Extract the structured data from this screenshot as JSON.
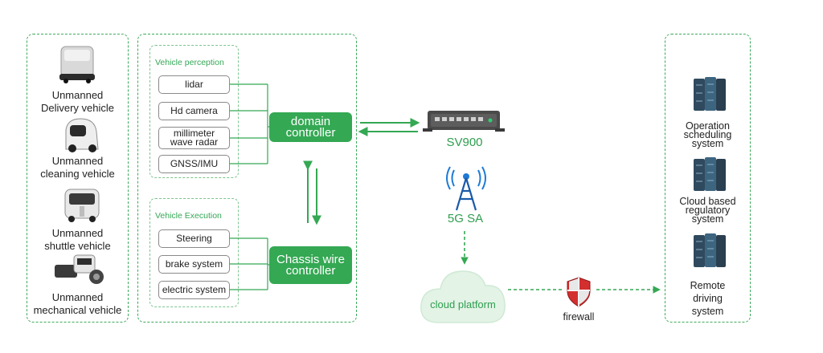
{
  "vehicles": [
    {
      "label": "Unmanned\nDelivery vehicle",
      "icon": "delivery-vehicle-icon"
    },
    {
      "label": "Unmanned\ncleaning vehicle",
      "icon": "cleaning-vehicle-icon"
    },
    {
      "label": "Unmanned\nshuttle vehicle",
      "icon": "shuttle-vehicle-icon"
    },
    {
      "label": "Unmanned\nmechanical vehicle",
      "icon": "mechanical-vehicle-icon"
    }
  ],
  "perception": {
    "title": "Vehicle perception",
    "items": [
      "lidar",
      "Hd camera",
      "millimeter\nwave radar",
      "GNSS/IMU"
    ]
  },
  "execution": {
    "title": "Vehicle Execution",
    "items": [
      "Steering",
      "brake system",
      "electric system"
    ]
  },
  "controllers": {
    "domain": "domain\ncontroller",
    "chassis": "Chassis wire\ncontroller"
  },
  "gateway": {
    "label": "SV900",
    "icon": "router-icon"
  },
  "network": {
    "label": "5G SA",
    "icon": "signal-tower-icon"
  },
  "cloud": {
    "label": "cloud platform",
    "icon": "cloud-icon"
  },
  "firewall": {
    "label": "firewall",
    "icon": "shield-icon"
  },
  "systems": [
    {
      "label": "Operation\nscheduling\nsystem",
      "icon": "server-icon"
    },
    {
      "label": "Cloud based\nregulatory\nsystem",
      "icon": "server-icon"
    },
    {
      "label": "Remote\ndriving\nsystem",
      "icon": "server-icon"
    }
  ],
  "colors": {
    "accent": "#34a853",
    "dashed": "#3daa5c",
    "cloud": "#e3f3e6"
  }
}
